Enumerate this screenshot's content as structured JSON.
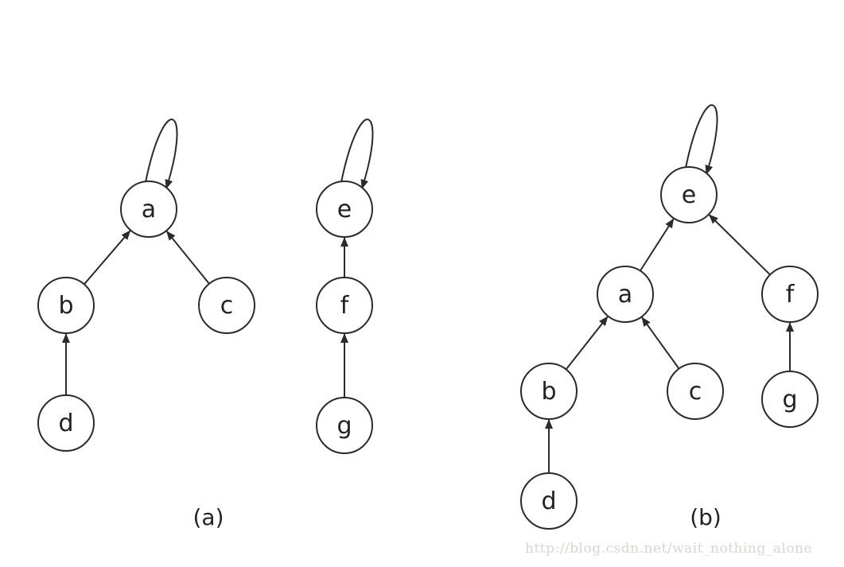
{
  "diagrams": [
    {
      "caption": "(a)",
      "nodes": [
        {
          "id": "a",
          "label": "a"
        },
        {
          "id": "b",
          "label": "b"
        },
        {
          "id": "c",
          "label": "c"
        },
        {
          "id": "d",
          "label": "d"
        },
        {
          "id": "e",
          "label": "e"
        },
        {
          "id": "f",
          "label": "f"
        },
        {
          "id": "g",
          "label": "g"
        }
      ],
      "edges": [
        [
          "b",
          "a"
        ],
        [
          "c",
          "a"
        ],
        [
          "d",
          "b"
        ],
        [
          "f",
          "e"
        ],
        [
          "g",
          "f"
        ],
        [
          "a",
          "a"
        ],
        [
          "e",
          "e"
        ]
      ]
    },
    {
      "caption": "(b)",
      "nodes": [
        {
          "id": "e",
          "label": "e"
        },
        {
          "id": "a",
          "label": "a"
        },
        {
          "id": "f",
          "label": "f"
        },
        {
          "id": "b",
          "label": "b"
        },
        {
          "id": "c",
          "label": "c"
        },
        {
          "id": "g",
          "label": "g"
        },
        {
          "id": "d",
          "label": "d"
        }
      ],
      "edges": [
        [
          "a",
          "e"
        ],
        [
          "f",
          "e"
        ],
        [
          "b",
          "a"
        ],
        [
          "c",
          "a"
        ],
        [
          "g",
          "f"
        ],
        [
          "d",
          "b"
        ],
        [
          "e",
          "e"
        ]
      ]
    }
  ],
  "watermark": "http://blog.csdn.net/wait_nothing_alone",
  "colors": {
    "stroke": "#2b2b2b",
    "watermark": "#d8d6d0"
  }
}
